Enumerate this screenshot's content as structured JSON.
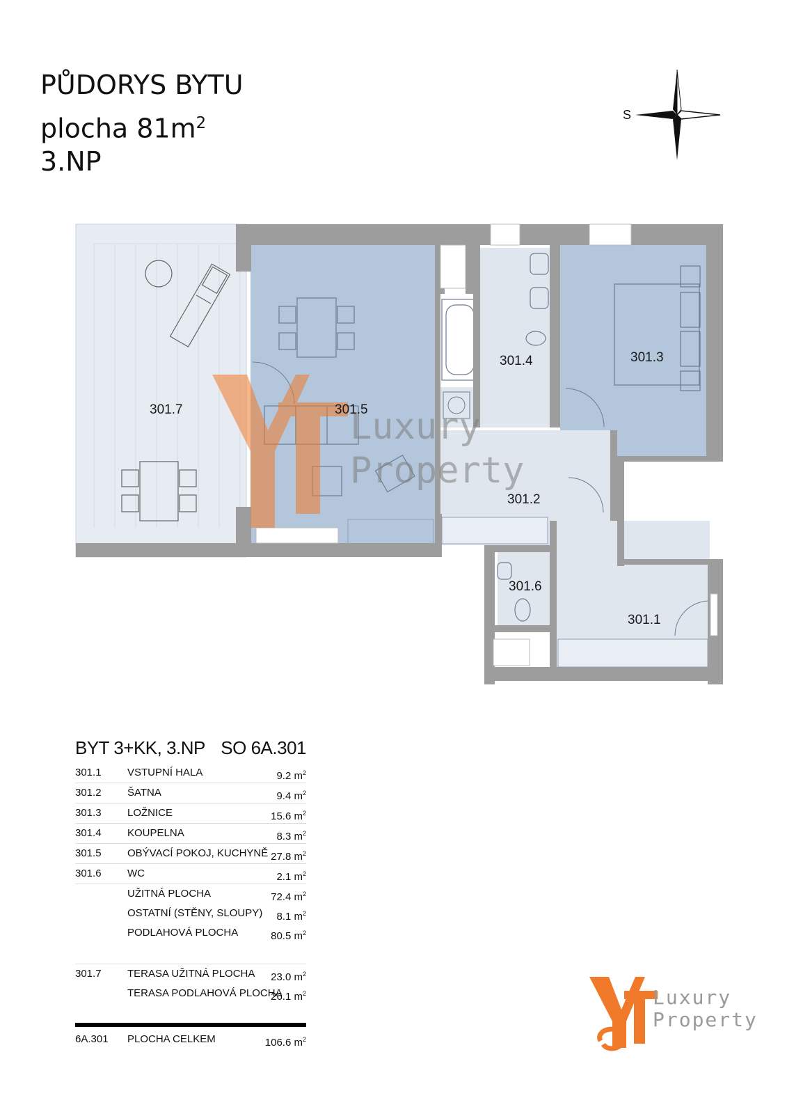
{
  "header": {
    "title": "PŮDORYS BYTU",
    "area_prefix": "plocha 81m",
    "area_sup": "2",
    "floor": "3.NP"
  },
  "compass": {
    "label": "S"
  },
  "plan": {
    "rooms": [
      {
        "id": "301.7"
      },
      {
        "id": "301.5"
      },
      {
        "id": "301.4"
      },
      {
        "id": "301.3"
      },
      {
        "id": "301.2"
      },
      {
        "id": "301.6"
      },
      {
        "id": "301.1"
      }
    ],
    "watermark_text": [
      "Luxury",
      "Property"
    ]
  },
  "table": {
    "header_left": "BYT 3+KK, 3.NP",
    "header_right": "SO 6A.301",
    "unit": "m",
    "unit_sup": "2",
    "rows": [
      {
        "code": "301.1",
        "name": "VSTUPNÍ HALA",
        "area": "9.2"
      },
      {
        "code": "301.2",
        "name": "ŠATNA",
        "area": "9.4"
      },
      {
        "code": "301.3",
        "name": "LOŽNICE",
        "area": "15.6"
      },
      {
        "code": "301.4",
        "name": "KOUPELNA",
        "area": "8.3"
      },
      {
        "code": "301.5",
        "name": "OBÝVACÍ POKOJ, KUCHYNĚ",
        "area": "27.8"
      },
      {
        "code": "301.6",
        "name": "WC",
        "area": "2.1"
      }
    ],
    "summary": [
      {
        "name": "UŽITNÁ PLOCHA",
        "area": "72.4"
      },
      {
        "name": "OSTATNÍ (STĚNY, SLOUPY)",
        "area": "8.1"
      },
      {
        "name": "PODLAHOVÁ PLOCHA",
        "area": "80.5"
      }
    ],
    "terrace": [
      {
        "code": "301.7",
        "name": "TERASA UŽITNÁ PLOCHA",
        "area": "23.0"
      },
      {
        "code": "",
        "name": "TERASA PODLAHOVÁ PLOCHA",
        "area": "26.1"
      }
    ],
    "total": {
      "code": "6A.301",
      "name": "PLOCHA CELKEM",
      "area": "106.6"
    }
  },
  "logo": {
    "line1": "Luxury",
    "line2": "Property"
  },
  "colors": {
    "wall": "#9d9d9d",
    "room_blue": "#b3c6dc",
    "room_light": "#dfe6ee",
    "terrace": "#e6ecf2",
    "accent": "#f07a2a"
  }
}
